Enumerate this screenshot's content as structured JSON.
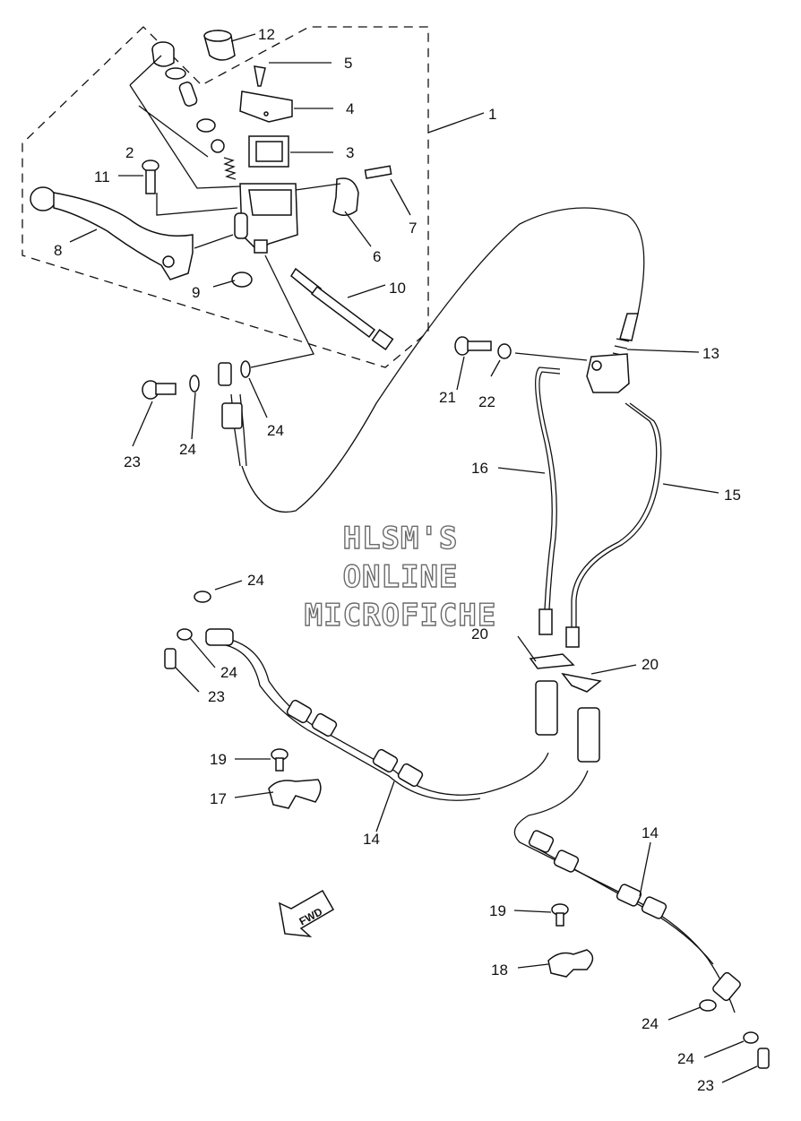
{
  "watermark": {
    "line1": "HLSM'S",
    "line2": "ONLINE",
    "line3": "MICROFICHE"
  },
  "fwd_label": "FWD",
  "callouts": {
    "c1": "1",
    "c2": "2",
    "c3": "3",
    "c4": "4",
    "c5": "5",
    "c6": "6",
    "c7": "7",
    "c8": "8",
    "c9": "9",
    "c10": "10",
    "c11": "11",
    "c12": "12",
    "c13": "13",
    "c14a": "14",
    "c14b": "14",
    "c15": "15",
    "c16": "16",
    "c17": "17",
    "c18": "18",
    "c19a": "19",
    "c19b": "19",
    "c20a": "20",
    "c20b": "20",
    "c21": "21",
    "c22": "22",
    "c23a": "23",
    "c23b": "23",
    "c23c": "23",
    "c24a": "24",
    "c24b": "24",
    "c24c": "24",
    "c24d": "24",
    "c24e": "24",
    "c24f": "24"
  }
}
